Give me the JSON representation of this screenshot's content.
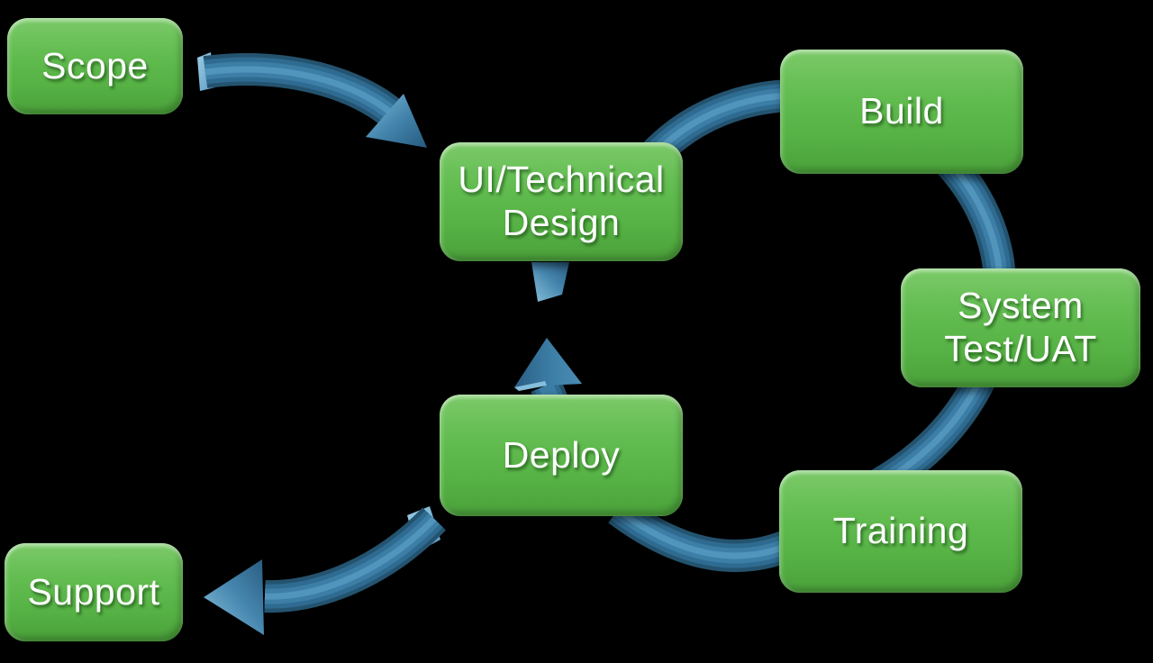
{
  "background_color": "#000000",
  "colors": {
    "node_green_top": "#7cca6a",
    "node_green_mid": "#5fb94e",
    "node_green_bottom": "#4aa03a",
    "node_text": "#ffffff",
    "arrow_blue": "#3a7aa3",
    "arrow_blue_dark": "#24536f",
    "arrow_blue_highlight": "#7fb9d6"
  },
  "diagram": {
    "type": "process-flow",
    "nodes": [
      {
        "id": "scope",
        "label": "Scope",
        "lines": [
          "Scope"
        ]
      },
      {
        "id": "ui-technical-design",
        "label": "UI/Technical Design",
        "lines": [
          "UI/Technical",
          "Design"
        ]
      },
      {
        "id": "build",
        "label": "Build",
        "lines": [
          "Build"
        ]
      },
      {
        "id": "system-test-uat",
        "label": "System Test/UAT",
        "lines": [
          "System",
          "Test/UAT"
        ]
      },
      {
        "id": "training",
        "label": "Training",
        "lines": [
          "Training"
        ]
      },
      {
        "id": "deploy",
        "label": "Deploy",
        "lines": [
          "Deploy"
        ]
      },
      {
        "id": "support",
        "label": "Support",
        "lines": [
          "Support"
        ]
      }
    ],
    "connectors": [
      {
        "id": "scope-to-design",
        "from": "Scope",
        "to": "UI/Technical Design",
        "arrowhead": "southeast"
      },
      {
        "id": "design-to-build",
        "from": "UI/Technical Design",
        "to": "Build",
        "arrowhead": "none-hidden"
      },
      {
        "id": "build-to-system-test",
        "from": "Build",
        "to": "System Test/UAT",
        "arrowhead": "none-hidden"
      },
      {
        "id": "system-test-to-training",
        "from": "System Test/UAT",
        "to": "Training",
        "arrowhead": "none-hidden"
      },
      {
        "id": "training-to-deploy",
        "from": "Training",
        "to": "Deploy",
        "arrowhead": "none-hidden"
      },
      {
        "id": "deploy-to-design",
        "from": "Deploy",
        "to": "UI/Technical Design",
        "arrowhead": "up"
      },
      {
        "id": "deploy-to-support",
        "from": "Deploy",
        "to": "Support",
        "arrowhead": "left"
      }
    ]
  }
}
